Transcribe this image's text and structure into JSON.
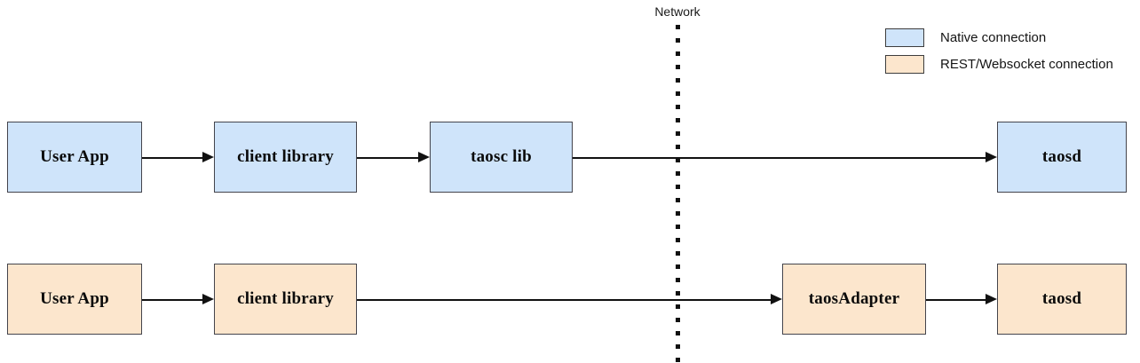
{
  "diagram": {
    "network_label": "Network",
    "legend": {
      "items": [
        {
          "label": "Native connection",
          "color": "#cfe4fa",
          "style": "native"
        },
        {
          "label": "REST/Websocket connection",
          "color": "#fce6cd",
          "style": "rest"
        }
      ]
    },
    "rows": [
      {
        "name": "native-connection-row",
        "style": "native",
        "nodes": [
          {
            "id": "user-app",
            "label": "User App"
          },
          {
            "id": "client-library",
            "label": "client library"
          },
          {
            "id": "taosc-lib",
            "label": "taosc lib"
          },
          {
            "id": "taosd",
            "label": "taosd"
          }
        ]
      },
      {
        "name": "rest-websocket-connection-row",
        "style": "rest",
        "nodes": [
          {
            "id": "user-app",
            "label": "User App"
          },
          {
            "id": "client-library",
            "label": "client library"
          },
          {
            "id": "taos-adapter",
            "label": "taosAdapter"
          },
          {
            "id": "taosd",
            "label": "taosd"
          }
        ]
      }
    ],
    "colors": {
      "native_fill": "#cfe4fa",
      "rest_fill": "#fce6cd",
      "border": "#44444c",
      "connector": "#111111",
      "background": "#ffffff"
    }
  }
}
